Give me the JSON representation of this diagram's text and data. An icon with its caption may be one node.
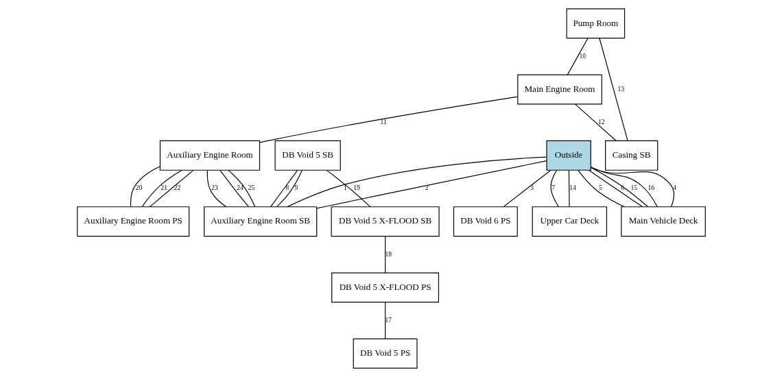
{
  "diagram": {
    "nodes": [
      {
        "text": [
          "Pump Room"
        ]
      },
      {
        "text": [
          "Outside"
        ]
      },
      {
        "text": [
          "Main Engine Room"
        ]
      },
      {
        "text": [
          "Main Vehicle Deck"
        ]
      },
      {
        "text": [
          "Upper Car Deck"
        ]
      },
      {
        "text": [
          "DB Void 6 PS"
        ]
      },
      {
        "text": [
          "Auxiliary Engine Room"
        ]
      },
      {
        "text": [
          "Casing SB"
        ]
      },
      {
        "text": [
          "DB Void 5 SB"
        ]
      },
      {
        "text": [
          "Auxiliary Engine Room PS"
        ]
      },
      {
        "text": [
          "Auxiliary Engine Room SB"
        ]
      },
      {
        "text": [
          "DB Void 5 X-FLOOD SB"
        ]
      },
      {
        "text": [
          "DB Void 5 X-FLOOD PS"
        ]
      },
      {
        "text": [
          "DB Void 5 PS"
        ]
      }
    ],
    "edges": [
      {
        "from": 1,
        "to": 10,
        "arrow": "none",
        "label": "1"
      },
      {
        "from": 1,
        "to": 10,
        "arrow": "none",
        "label": "2"
      },
      {
        "from": 1,
        "to": 5,
        "arrow": "none",
        "label": "3"
      },
      {
        "from": 1,
        "to": 3,
        "arrow": "none",
        "label": "4"
      },
      {
        "from": 1,
        "to": 3,
        "arrow": "none",
        "label": "5"
      },
      {
        "from": 1,
        "to": 3,
        "arrow": "none",
        "label": "6"
      },
      {
        "from": 1,
        "to": 4,
        "arrow": "none",
        "label": "7"
      },
      {
        "from": 8,
        "to": 10,
        "arrow": "none",
        "label": "8"
      },
      {
        "from": 8,
        "to": 10,
        "arrow": "none",
        "label": "9"
      },
      {
        "from": 0,
        "to": 2,
        "arrow": "none",
        "label": "10"
      },
      {
        "from": 2,
        "to": 6,
        "arrow": "none",
        "label": "11"
      },
      {
        "from": 2,
        "to": 7,
        "arrow": "none",
        "label": "12"
      },
      {
        "from": 0,
        "to": 7,
        "arrow": "none",
        "label": "13"
      },
      {
        "from": 1,
        "to": 4,
        "arrow": "none",
        "label": "14"
      },
      {
        "from": 1,
        "to": 3,
        "arrow": "none",
        "label": "15"
      },
      {
        "from": 1,
        "to": 3,
        "arrow": "none",
        "label": "16"
      },
      {
        "from": 12,
        "to": 13,
        "arrow": "none",
        "label": "17"
      },
      {
        "from": 11,
        "to": 12,
        "arrow": "none",
        "label": "18"
      },
      {
        "from": 8,
        "to": 11,
        "arrow": "none",
        "label": "19"
      },
      {
        "from": 6,
        "to": 9,
        "arrow": "none",
        "label": "20"
      },
      {
        "from": 6,
        "to": 9,
        "arrow": "none",
        "label": "21"
      },
      {
        "from": 6,
        "to": 9,
        "arrow": "none",
        "label": "22"
      },
      {
        "from": 6,
        "to": 10,
        "arrow": "none",
        "label": "23"
      },
      {
        "from": 6,
        "to": 10,
        "arrow": "none",
        "label": "24"
      },
      {
        "from": 6,
        "to": 10,
        "arrow": "none",
        "label": "25"
      }
    ]
  }
}
